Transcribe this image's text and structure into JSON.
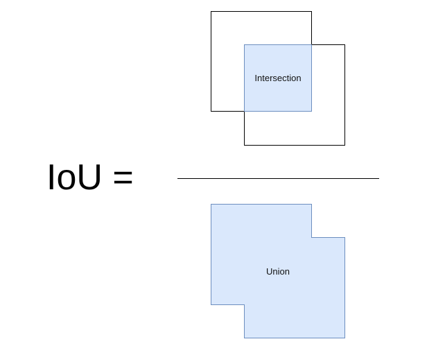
{
  "equation": {
    "lhs": "IoU ="
  },
  "numerator": {
    "label": "Intersection"
  },
  "denominator": {
    "label": "Union"
  },
  "colors": {
    "stroke": "#000000",
    "shape_fill": "#dae8fc",
    "shape_stroke": "#6c8ebf",
    "background": "#ffffff"
  }
}
